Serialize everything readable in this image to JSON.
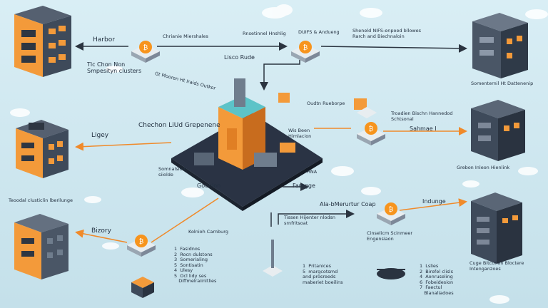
{
  "labels": {
    "tl_harbor": "Harbor",
    "tl_desc": "Tlc Chon Non\nSmpesityn clusters",
    "top_mid1": "Chrianie Miershales",
    "top_mid2": "Rnsetinnel Hnshlig",
    "top_mid3": "DUIFS & Andueng",
    "top_right": "Sheneld NIFS-enpoed bllowes\nRarch and Biechnaloin",
    "lisco": "Lisco Rude",
    "curve_text": "Gt Mooren Ht Iraids Outkor",
    "right_top_desc": "Somenternil Ht Dattenenip",
    "left_center": "Chechon LiUd Grepenene",
    "left_ligey": "Ligey",
    "oudn": "Oudtn Rueborpe",
    "tracken": "Troadien Bischn Hannedod\nSchtsonal",
    "sahmae": "Sahmae I",
    "wis_been": "Wis Been\nHimlacion",
    "seen": "Somnalsiom\nsiiolde",
    "center_bottom": "Goonlon",
    "hna": "HNA",
    "faregge": "Faregge",
    "grebon": "Grebon Inleon Hienlink",
    "left_bottom_desc": "Teoodal clusticlin lberilunge",
    "left_bizory": "Bizory",
    "ala": "Ala-bMerurtur Coap",
    "indunge": "Indunge",
    "tissen": "Tissen Hijenter nlodsn\nsrnfritsoat",
    "kinlein": "Kolnioh Carnburg",
    "stat_mid": "Cinselicm Scinmeer\nEngensiaon",
    "list_left": "1  Fasidnos\n2  Rocn dulstons\n3  Somerialing\n5  Sontisatin\n4  Ulesy\n5  Ocl lidy ses\n   Diffmelraiinltlies",
    "list_mid": "1  Pritanices\n5  margcotsmd\nand prosreeds\nmaberiet boeilins",
    "list_right": "1  Lslies\n2  Birefel clisls\n4  Aonruseling\n6  Fobeidesion\n7  Faectul\n   Blanaliadoes",
    "right_bottom_desc": "Cuge Bitconen Bloctere\nIntenganzoes"
  },
  "colors": {
    "orange": "#f08a2a",
    "coin": "#f7941d",
    "arrow_dark": "#2b3440",
    "building_dark": "#3e4a5a",
    "sky": "#cfe6ef"
  }
}
